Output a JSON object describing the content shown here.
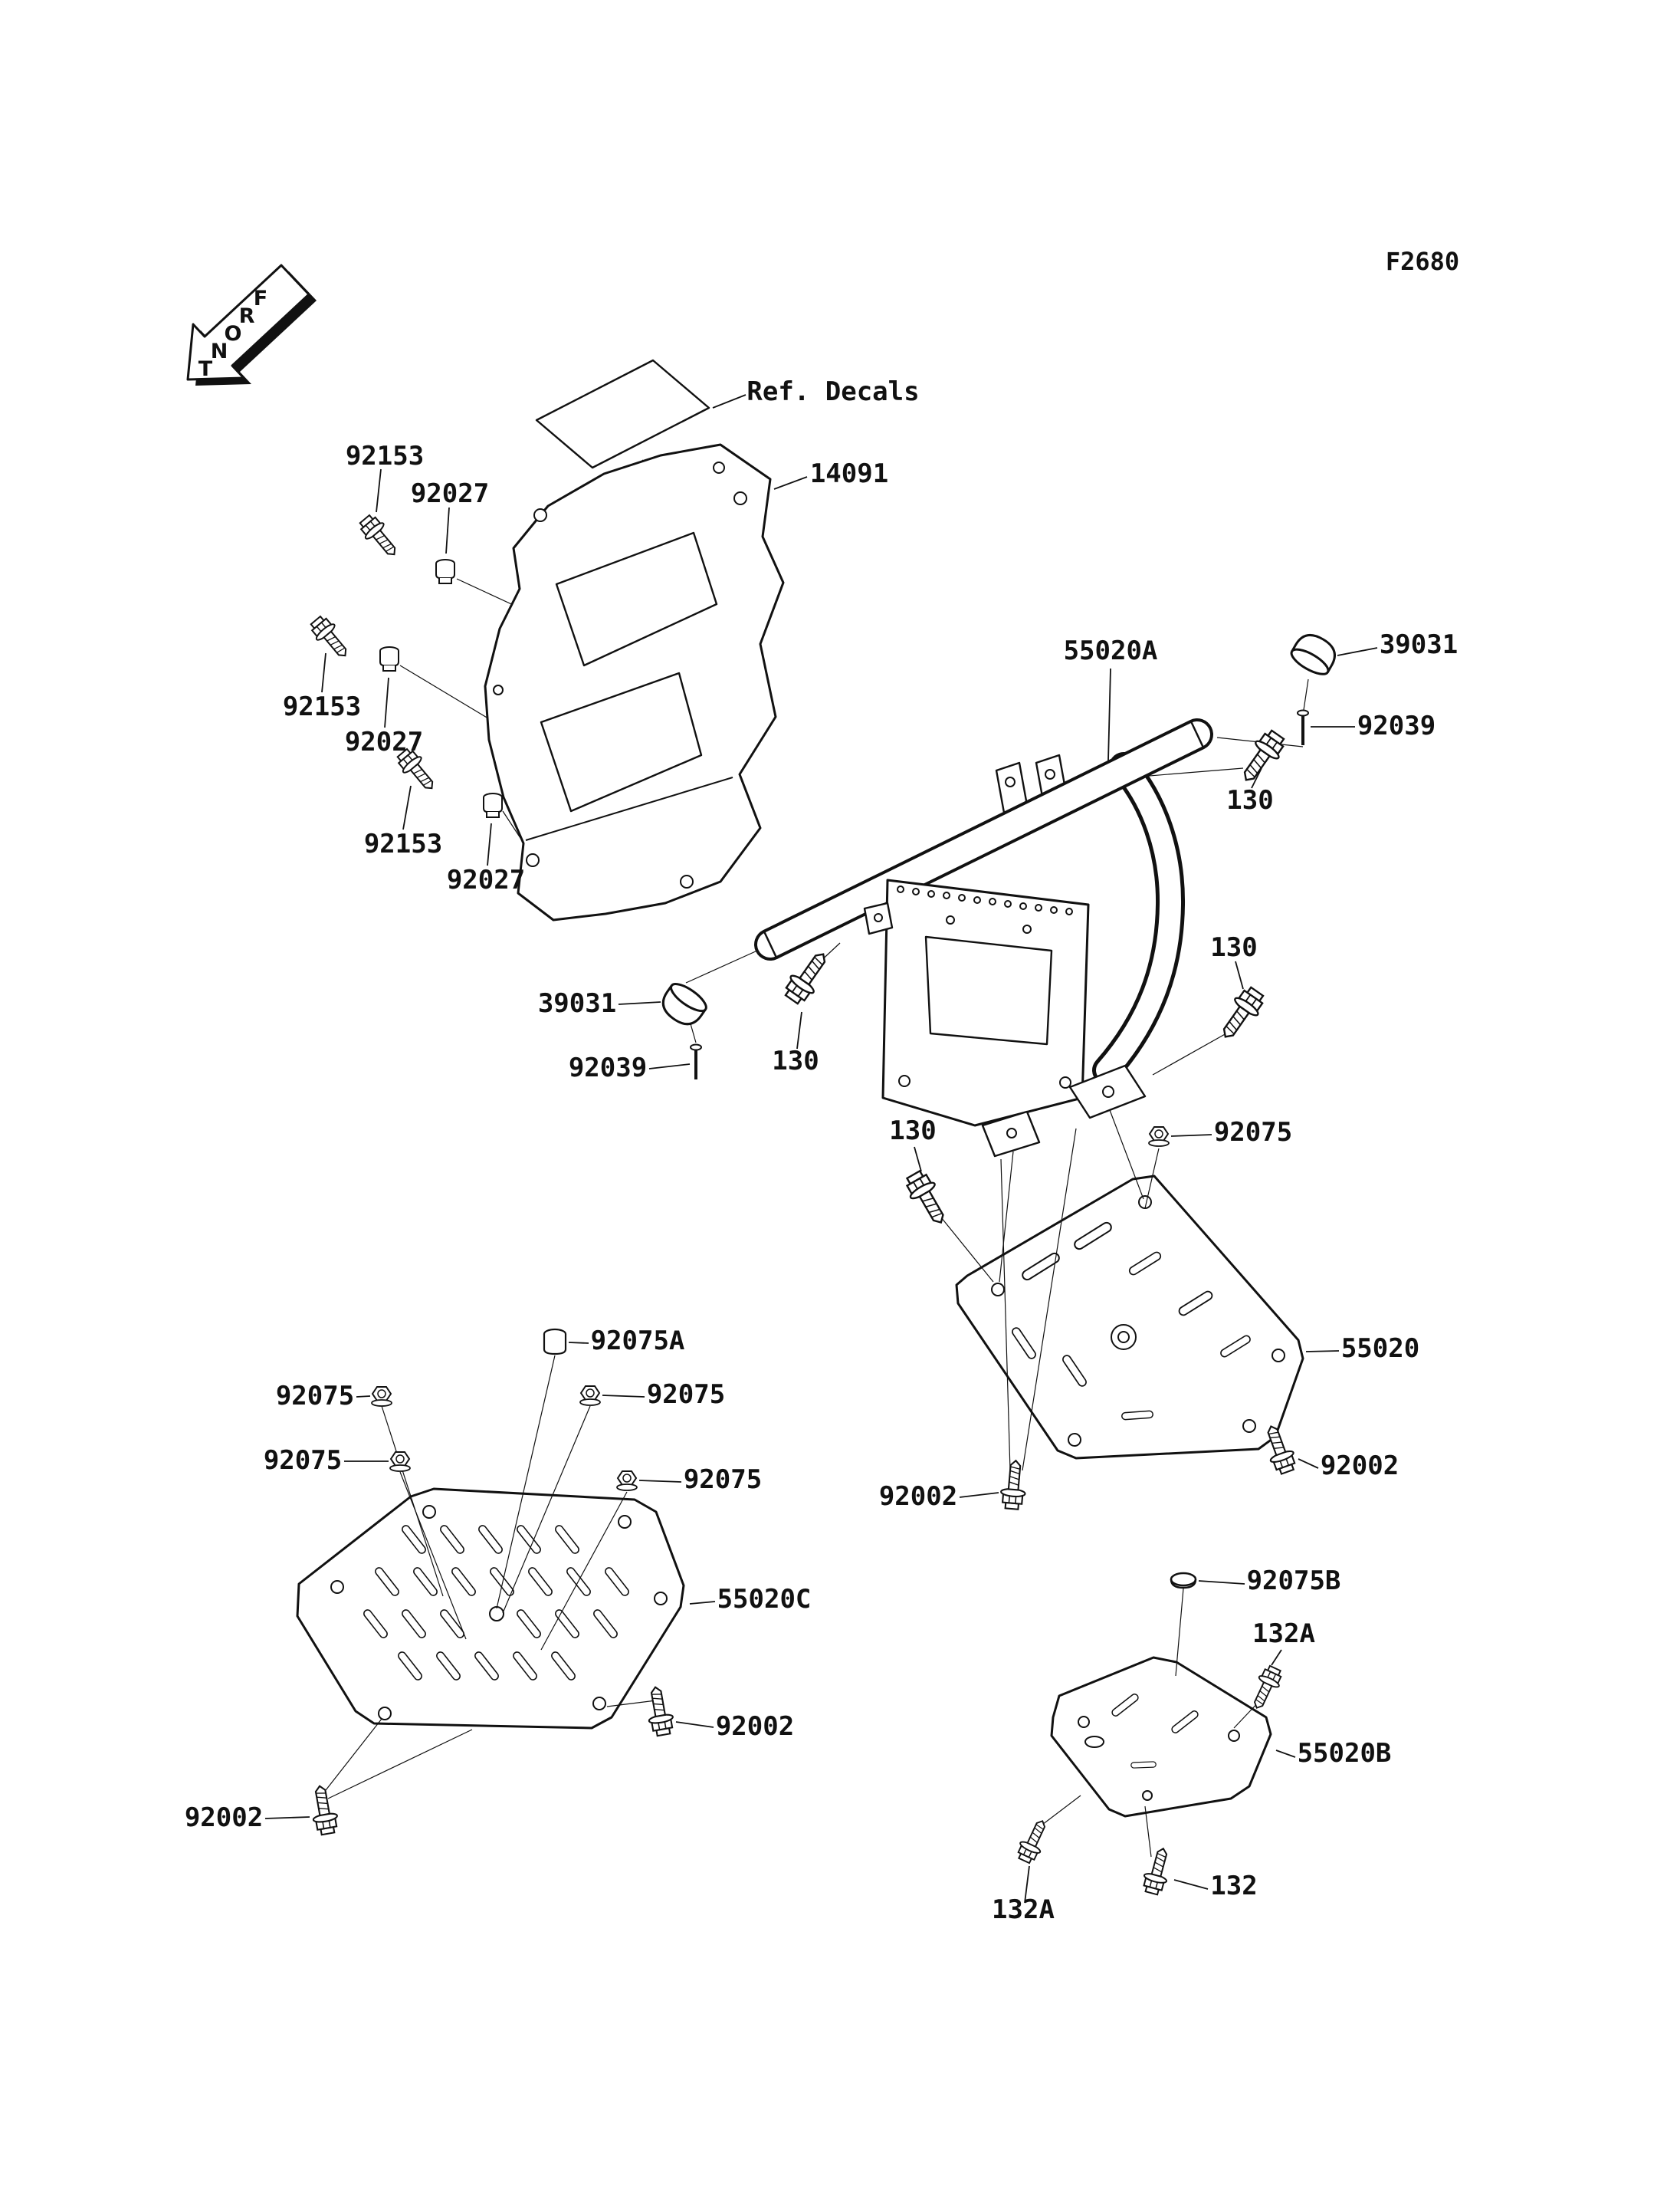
{
  "figure": {
    "code": "F2680",
    "front_label": "FRONT",
    "ref_decals_label": "Ref. Decals"
  },
  "unique_part_numbers": [
    "130",
    "132",
    "132A",
    "14091",
    "39031",
    "55020",
    "55020A",
    "55020B",
    "55020C",
    "92002",
    "92027",
    "92039",
    "92075",
    "92075A",
    "92075B",
    "92153"
  ],
  "callouts": [
    {
      "text": "92153"
    },
    {
      "text": "92027"
    },
    {
      "text": "92153"
    },
    {
      "text": "92027"
    },
    {
      "text": "92153"
    },
    {
      "text": "92027"
    },
    {
      "text": "14091"
    },
    {
      "text": "55020A"
    },
    {
      "text": "39031"
    },
    {
      "text": "92039"
    },
    {
      "text": "130"
    },
    {
      "text": "130"
    },
    {
      "text": "39031"
    },
    {
      "text": "92039"
    },
    {
      "text": "130"
    },
    {
      "text": "130"
    },
    {
      "text": "92075"
    },
    {
      "text": "55020"
    },
    {
      "text": "92002"
    },
    {
      "text": "92002"
    },
    {
      "text": "92075A"
    },
    {
      "text": "92075"
    },
    {
      "text": "92075"
    },
    {
      "text": "92075"
    },
    {
      "text": "92075"
    },
    {
      "text": "55020C"
    },
    {
      "text": "92002"
    },
    {
      "text": "92002"
    },
    {
      "text": "92075B"
    },
    {
      "text": "132A"
    },
    {
      "text": "55020B"
    },
    {
      "text": "132"
    },
    {
      "text": "132A"
    }
  ]
}
